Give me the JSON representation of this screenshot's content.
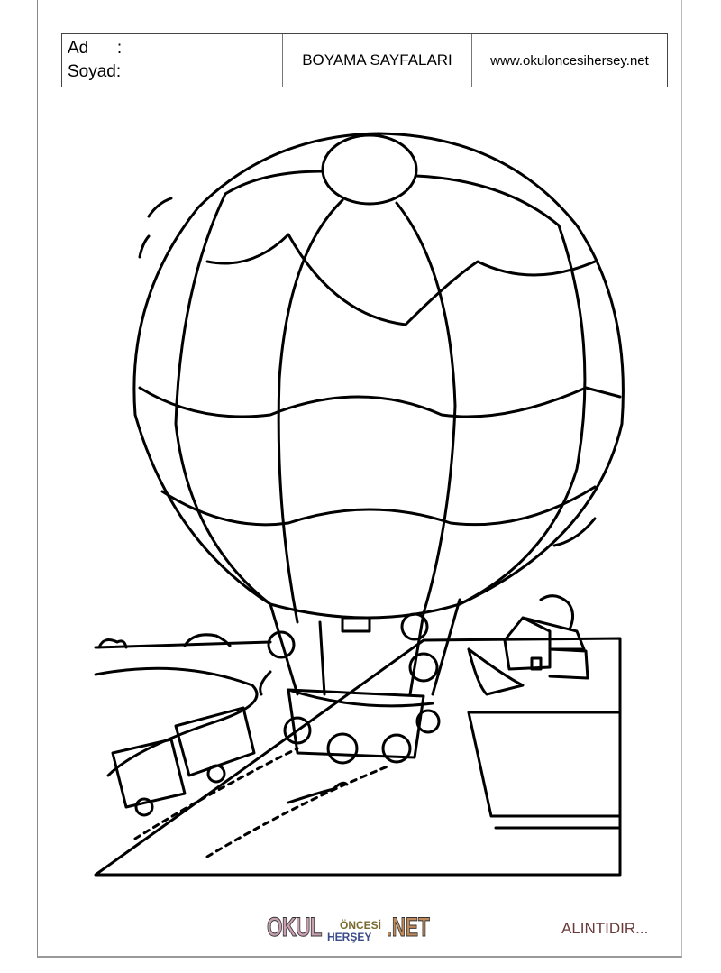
{
  "header": {
    "name_label": "Ad      :",
    "surname_label": "Soyad:",
    "title": "BOYAMA SAYFALARI",
    "website": "www.okuloncesihersey.net"
  },
  "illustration": {
    "subject": "hot-air-balloon-coloring-page"
  },
  "footer": {
    "logo": {
      "okul": "OKUL",
      "oncesi": "ÖNCESİ",
      "hersey": "HERŞEY",
      "net": ".NET"
    },
    "note": "ALINTIDIR..."
  }
}
